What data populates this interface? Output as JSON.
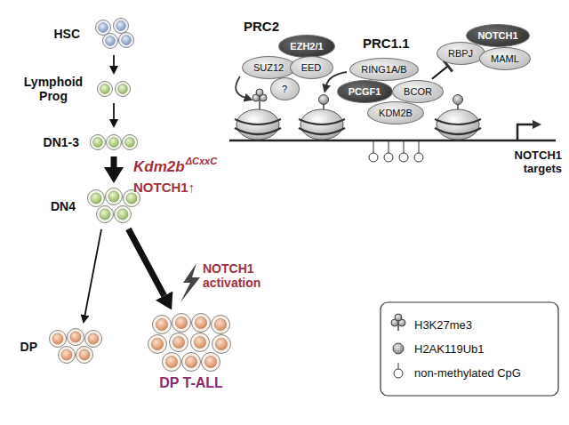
{
  "diagram": {
    "nodes": [
      {
        "text": [
          "HSC"
        ]
      },
      {
        "text": [
          "Lymphoid Prog"
        ]
      },
      {
        "text": [
          "DN1-3"
        ]
      },
      {
        "text": [
          "DN4"
        ]
      },
      {
        "text": [
          "DP"
        ]
      },
      {
        "text": [
          "DP T-ALL"
        ]
      },
      {
        "text": [
          "EZH2/1"
        ]
      },
      {
        "text": [
          "SUZ12"
        ]
      },
      {
        "text": [
          "EED"
        ]
      },
      {
        "text": [
          "?"
        ]
      },
      {
        "text": [
          "RING1A/B"
        ]
      },
      {
        "text": [
          "PCGF1"
        ]
      },
      {
        "text": [
          "BCOR"
        ]
      },
      {
        "text": [
          "KDM2B"
        ]
      },
      {
        "text": [
          "RBPJ"
        ]
      },
      {
        "text": [
          "NOTCH1"
        ]
      },
      {
        "text": [
          "MAML"
        ]
      }
    ],
    "edges": [
      {
        "from": 0,
        "to": 1,
        "arrow": "to"
      },
      {
        "from": 1,
        "to": 2,
        "arrow": "to"
      },
      {
        "from": 2,
        "to": 3,
        "arrow": "to"
      },
      {
        "from": 3,
        "to": 4,
        "arrow": "to"
      },
      {
        "from": 3,
        "to": 5,
        "arrow": "to"
      },
      {
        "from": 12,
        "to": 14,
        "arrow": "to"
      }
    ],
    "labels": [
      "PRC2",
      "PRC1.1",
      "Kdm2b",
      "ΔCxxC",
      "NOTCH1↑",
      "NOTCH1 activation",
      "NOTCH1 targets"
    ],
    "legend": [
      {
        "text": "H3K27me3"
      },
      {
        "text": "H2AK119Ub1"
      },
      {
        "text": "non-methylated CpG"
      }
    ]
  }
}
